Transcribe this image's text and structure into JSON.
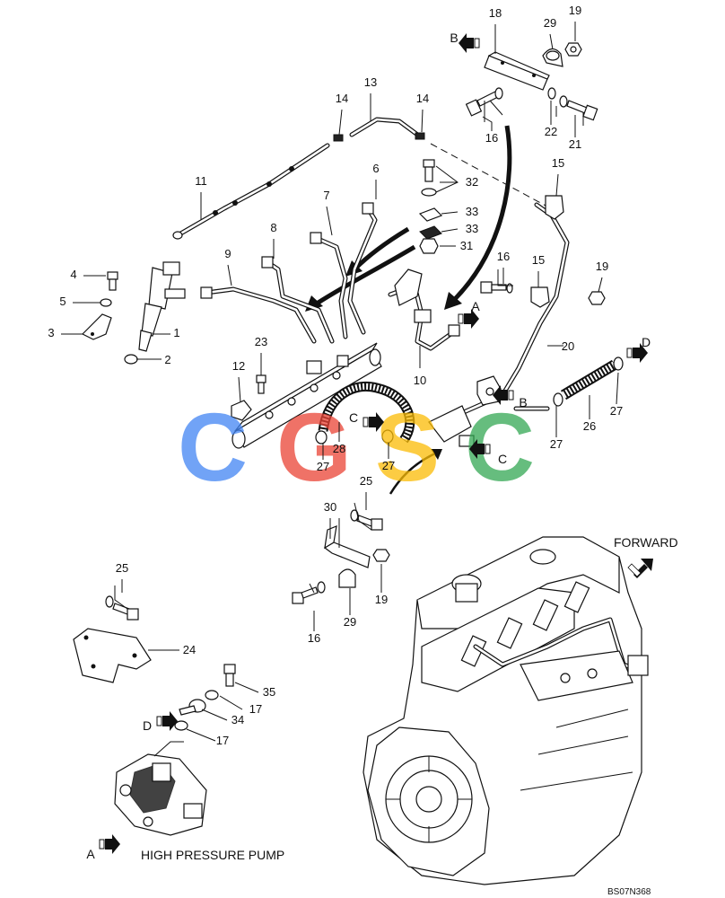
{
  "callouts": [
    {
      "n": "1"
    },
    {
      "n": "2"
    },
    {
      "n": "3"
    },
    {
      "n": "4"
    },
    {
      "n": "5"
    },
    {
      "n": "6"
    },
    {
      "n": "7"
    },
    {
      "n": "8"
    },
    {
      "n": "9"
    },
    {
      "n": "10"
    },
    {
      "n": "11"
    },
    {
      "n": "12"
    },
    {
      "n": "13"
    },
    {
      "n": "14"
    },
    {
      "n": "14"
    },
    {
      "n": "15"
    },
    {
      "n": "15"
    },
    {
      "n": "16"
    },
    {
      "n": "16"
    },
    {
      "n": "16"
    },
    {
      "n": "17"
    },
    {
      "n": "17"
    },
    {
      "n": "18"
    },
    {
      "n": "19"
    },
    {
      "n": "19"
    },
    {
      "n": "19"
    },
    {
      "n": "20"
    },
    {
      "n": "21"
    },
    {
      "n": "22"
    },
    {
      "n": "23"
    },
    {
      "n": "24"
    },
    {
      "n": "25"
    },
    {
      "n": "25"
    },
    {
      "n": "26"
    },
    {
      "n": "27"
    },
    {
      "n": "27"
    },
    {
      "n": "27"
    },
    {
      "n": "27"
    },
    {
      "n": "28"
    },
    {
      "n": "29"
    },
    {
      "n": "29"
    },
    {
      "n": "30"
    },
    {
      "n": "31"
    },
    {
      "n": "32"
    },
    {
      "n": "33"
    },
    {
      "n": "33"
    },
    {
      "n": "34"
    },
    {
      "n": "35"
    }
  ],
  "arrow_labels": [
    "A",
    "A",
    "B",
    "B",
    "C",
    "C",
    "D",
    "D"
  ],
  "labels": {
    "forward": "FORWARD",
    "pump": "HIGH PRESSURE PUMP",
    "code": "BS07N368"
  },
  "watermark": {
    "letters": [
      "C",
      "G",
      "S",
      "C"
    ],
    "colors": [
      "#4285F4",
      "#EA4335",
      "#FBBC05",
      "#34A853"
    ]
  }
}
